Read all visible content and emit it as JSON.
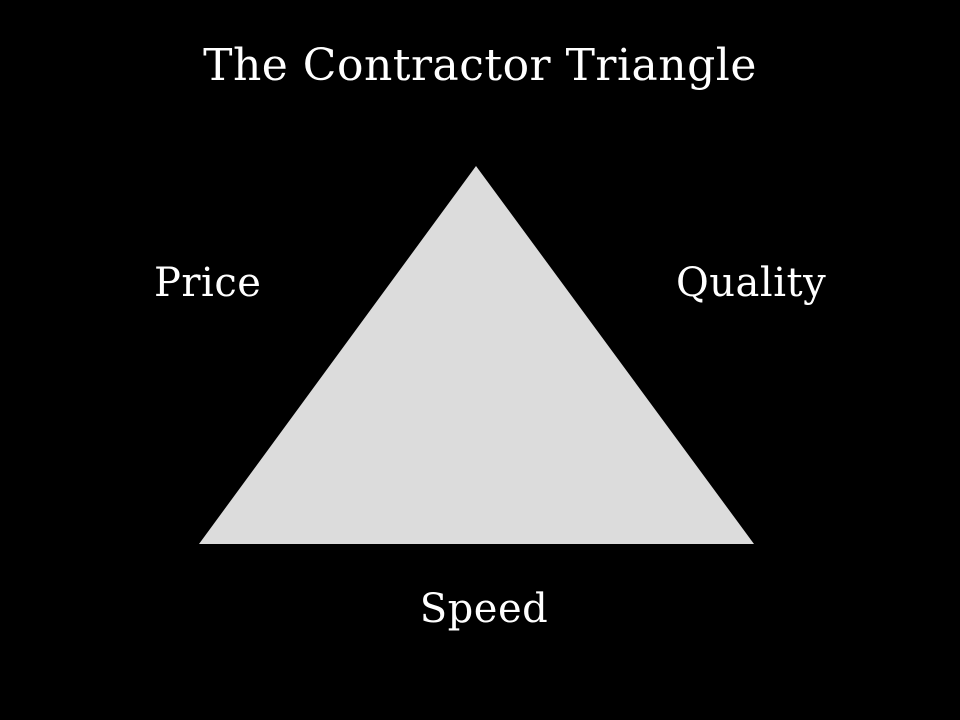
{
  "slide": {
    "title": "The Contractor Triangle",
    "background_color": "#000000",
    "text_color": "#ffffff"
  },
  "diagram": {
    "shape": "triangle",
    "fill_color": "#dcdcdc",
    "labels": {
      "left": "Price",
      "right": "Quality",
      "bottom": "Speed"
    }
  }
}
